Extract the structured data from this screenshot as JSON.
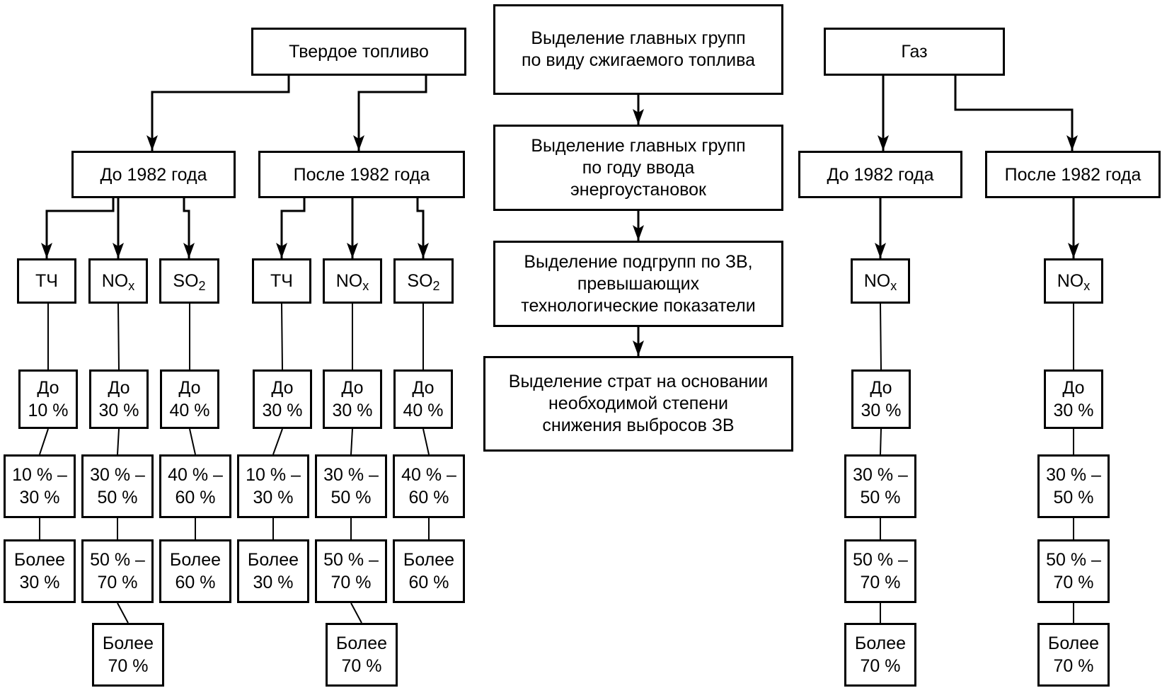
{
  "colors": {
    "line": "#000000",
    "box_fill": "#ffffff",
    "text": "#000000"
  },
  "center": {
    "step1": "Выделение главных групп\nпо виду сжигаемого топлива",
    "step2": "Выделение главных групп\nпо году ввода\nэнергоустановок",
    "step3": "Выделение подгрупп по ЗВ,\nпревышающих\nтехнологические показатели",
    "step4": "Выделение страт на основании\nнеобходимой степени\nснижения выбросов ЗВ"
  },
  "solid": {
    "title": "Твердое топливо",
    "before": {
      "label": "До 1982 года",
      "pm": {
        "label": "ТЧ",
        "s1": "До\n10 %",
        "s2": "10 % –\n30 %",
        "s3": "Более\n30 %"
      },
      "nox": {
        "base": "NO",
        "sub": "x",
        "s1": "До\n30 %",
        "s2": "30 % –\n50 %",
        "s3": "50 % –\n70 %",
        "s4": "Более\n70 %"
      },
      "so2": {
        "base": "SO",
        "sub": "2",
        "s1": "До\n40 %",
        "s2": "40 % –\n60 %",
        "s3": "Более\n60 %"
      }
    },
    "after": {
      "label": "После 1982 года",
      "pm": {
        "label": "ТЧ",
        "s1": "До\n30 %",
        "s2": "10 % –\n30 %",
        "s3": "Более\n30 %"
      },
      "nox": {
        "base": "NO",
        "sub": "x",
        "s1": "До\n30 %",
        "s2": "30 % –\n50 %",
        "s3": "50 % –\n70 %",
        "s4": "Более\n70 %"
      },
      "so2": {
        "base": "SO",
        "sub": "2",
        "s1": "До\n40 %",
        "s2": "40 % –\n60 %",
        "s3": "Более\n60 %"
      }
    }
  },
  "gas": {
    "title": "Газ",
    "before": {
      "label": "До 1982 года",
      "nox": {
        "base": "NO",
        "sub": "x",
        "s1": "До\n30 %",
        "s2": "30 % –\n50 %",
        "s3": "50 % –\n70 %",
        "s4": "Более\n70 %"
      }
    },
    "after": {
      "label": "После 1982 года",
      "nox": {
        "base": "NO",
        "sub": "x",
        "s1": "До\n30 %",
        "s2": "30 % –\n50 %",
        "s3": "50 % –\n70 %",
        "s4": "Более\n70 %"
      }
    }
  }
}
